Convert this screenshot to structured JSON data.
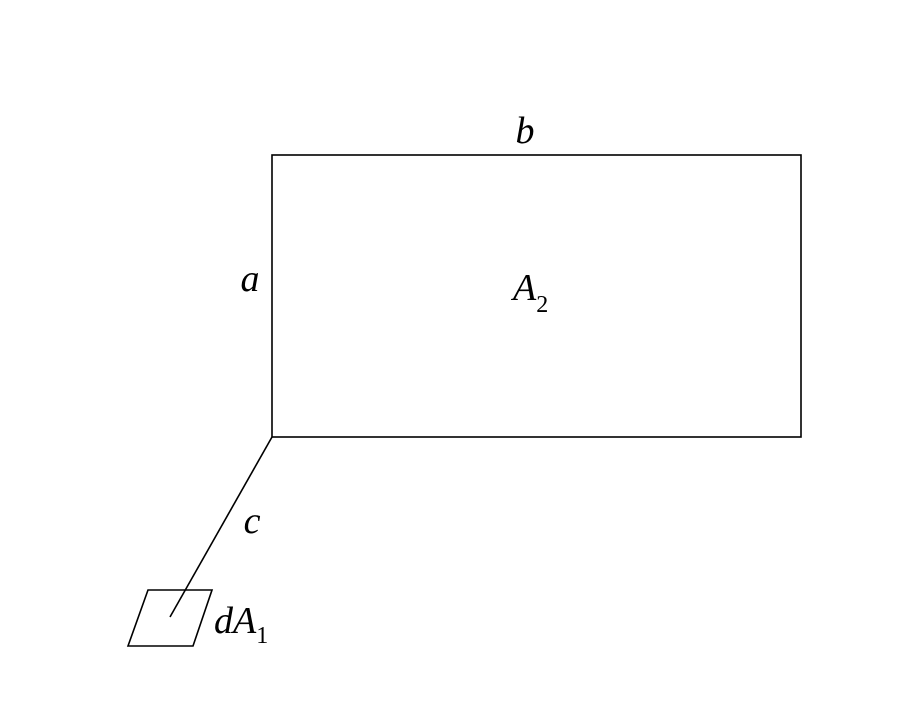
{
  "labels": {
    "top_side": "b",
    "left_side": "a",
    "distance": "c",
    "surface_main": "A",
    "surface_main_sub": "2",
    "element_prefix": "dA",
    "element_sub": "1"
  },
  "colors": {
    "stroke": "#000000",
    "background": "#ffffff"
  }
}
